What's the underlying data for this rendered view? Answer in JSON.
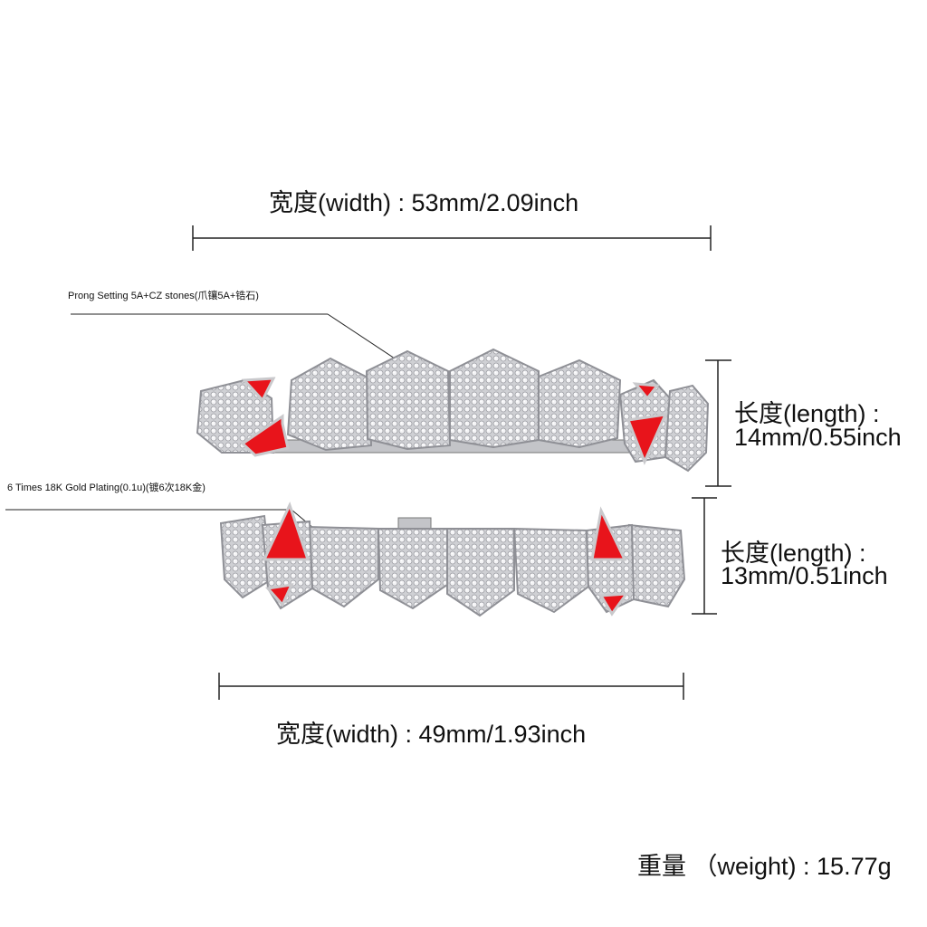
{
  "labels": {
    "top_width": "宽度(width) : 53mm/2.09inch",
    "bottom_width": "宽度(width) : 49mm/1.93inch",
    "top_length_1": "长度(length) :",
    "top_length_2": "14mm/0.55inch",
    "bottom_length_1": "长度(length) :",
    "bottom_length_2": "13mm/0.51inch",
    "weight": "重量 （weight) : 15.77g",
    "prong_setting": "Prong Setting 5A+CZ stones(爪镶5A+锆石)",
    "plating": "6 Times  18K  Gold  Plating(0.1u)(镀6次18K金)"
  },
  "colors": {
    "metal": "#d9d9dc",
    "metal_dark": "#8f9096",
    "accent_red": "#e8141b",
    "line": "#222222"
  }
}
